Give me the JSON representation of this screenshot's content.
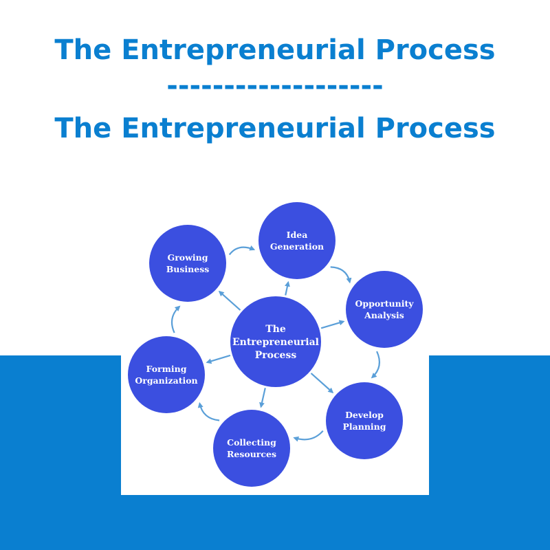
{
  "header": {
    "title_line_1": "The Entrepreneurial Process",
    "separator": "-------------------",
    "title_line_2": "The Entrepreneurial Process"
  },
  "diagram": {
    "center": {
      "lines": [
        "The",
        "Entrepreneurial",
        "Process"
      ]
    },
    "nodes": [
      {
        "id": "idea-generation",
        "lines": [
          "Idea",
          "Generation"
        ]
      },
      {
        "id": "opportunity-analysis",
        "lines": [
          "Opportunity",
          "Analysis"
        ]
      },
      {
        "id": "develop-planning",
        "lines": [
          "Develop",
          "Planning"
        ]
      },
      {
        "id": "collecting-resources",
        "lines": [
          "Collecting",
          "Resources"
        ]
      },
      {
        "id": "forming-organization",
        "lines": [
          "Forming",
          "Organization"
        ]
      },
      {
        "id": "growing-business",
        "lines": [
          "Growing",
          "Business"
        ]
      }
    ]
  },
  "colors": {
    "brand_blue": "#0a7fd0",
    "node_fill": "#3b4fe0",
    "arrow": "#5a9fd8"
  }
}
